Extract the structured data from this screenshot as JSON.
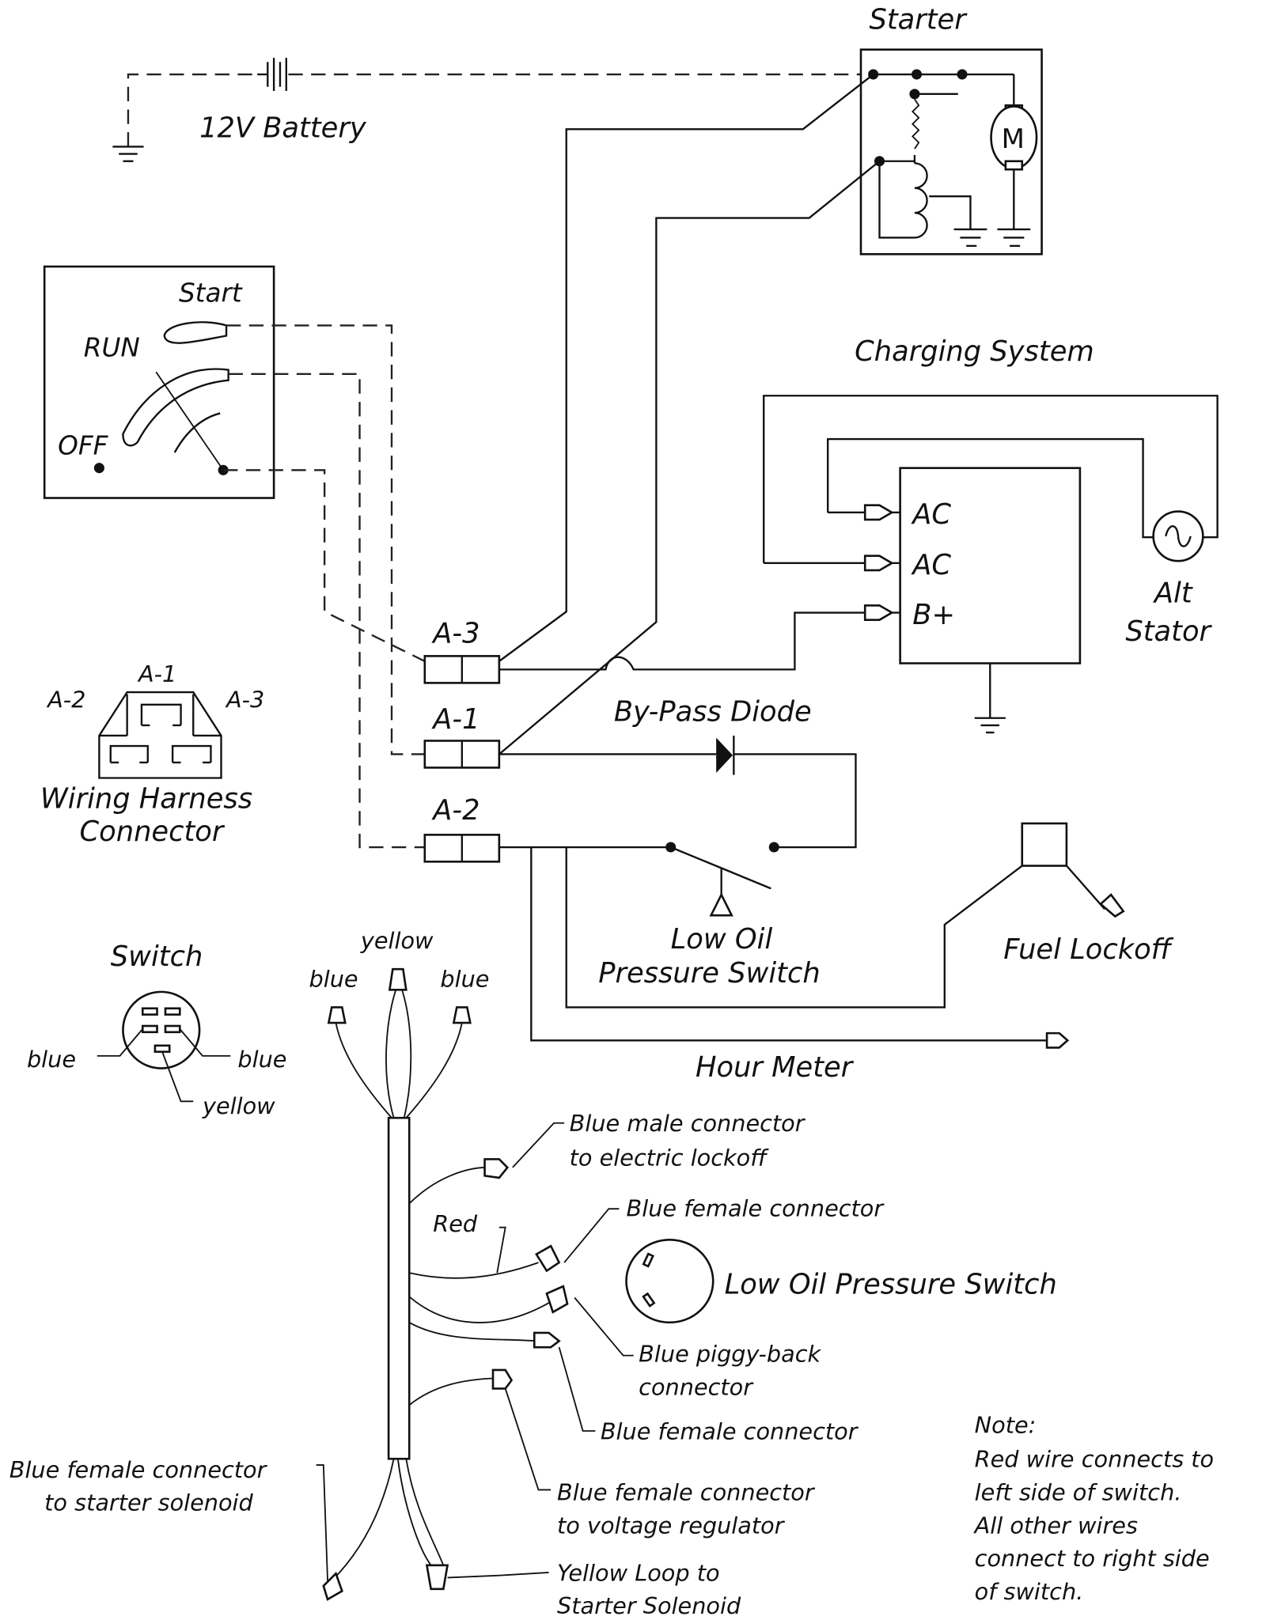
{
  "title": "Engine Wiring Diagram",
  "battery": {
    "label": "12V Battery"
  },
  "starter": {
    "label": "Starter",
    "motor_symbol": "M"
  },
  "key_switch": {
    "positions": {
      "start": "Start",
      "run": "RUN",
      "off": "OFF"
    }
  },
  "charging_system": {
    "label": "Charging System",
    "terminals": [
      "AC",
      "AC",
      "B+"
    ],
    "stator_label_line1": "Alt",
    "stator_label_line2": "Stator"
  },
  "connectors": {
    "a3": "A-3",
    "a1": "A-1",
    "a2": "A-2"
  },
  "harness_connector": {
    "pin_a1": "A-1",
    "pin_a2": "A-2",
    "pin_a3": "A-3",
    "label_line1": "Wiring Harness",
    "label_line2": "Connector"
  },
  "bypass_diode": {
    "label": "By-Pass Diode"
  },
  "low_oil_switch_schematic": {
    "line1": "Low Oil",
    "line2": "Pressure Switch"
  },
  "fuel_lockoff": {
    "label": "Fuel Lockoff"
  },
  "hour_meter": {
    "label": "Hour Meter"
  },
  "switch_detail": {
    "title": "Switch",
    "left_wire": "blue",
    "right_wire": "blue",
    "bottom_wire": "yellow"
  },
  "harness": {
    "top_left": "blue",
    "top_center": "yellow",
    "top_right": "blue",
    "red_label": "Red",
    "callouts": {
      "male_lockoff_1": "Blue male connector",
      "male_lockoff_2": "to electric lockoff",
      "female_1": "Blue female connector",
      "piggyback_1": "Blue piggy-back",
      "piggyback_2": "connector",
      "female_2": "Blue female connector",
      "regulator_1": "Blue female connector",
      "regulator_2": "to voltage regulator",
      "solenoid_1": "Blue female connector",
      "solenoid_2": "to starter solenoid",
      "loop_1": "Yellow Loop to",
      "loop_2": "Starter Solenoid"
    }
  },
  "low_oil_switch_part": {
    "label": "Low Oil Pressure Switch"
  },
  "note": {
    "heading": "Note:",
    "lines": [
      "Red wire connects to",
      "left side of switch.",
      "All other wires",
      "connect to right side",
      "of switch."
    ]
  }
}
